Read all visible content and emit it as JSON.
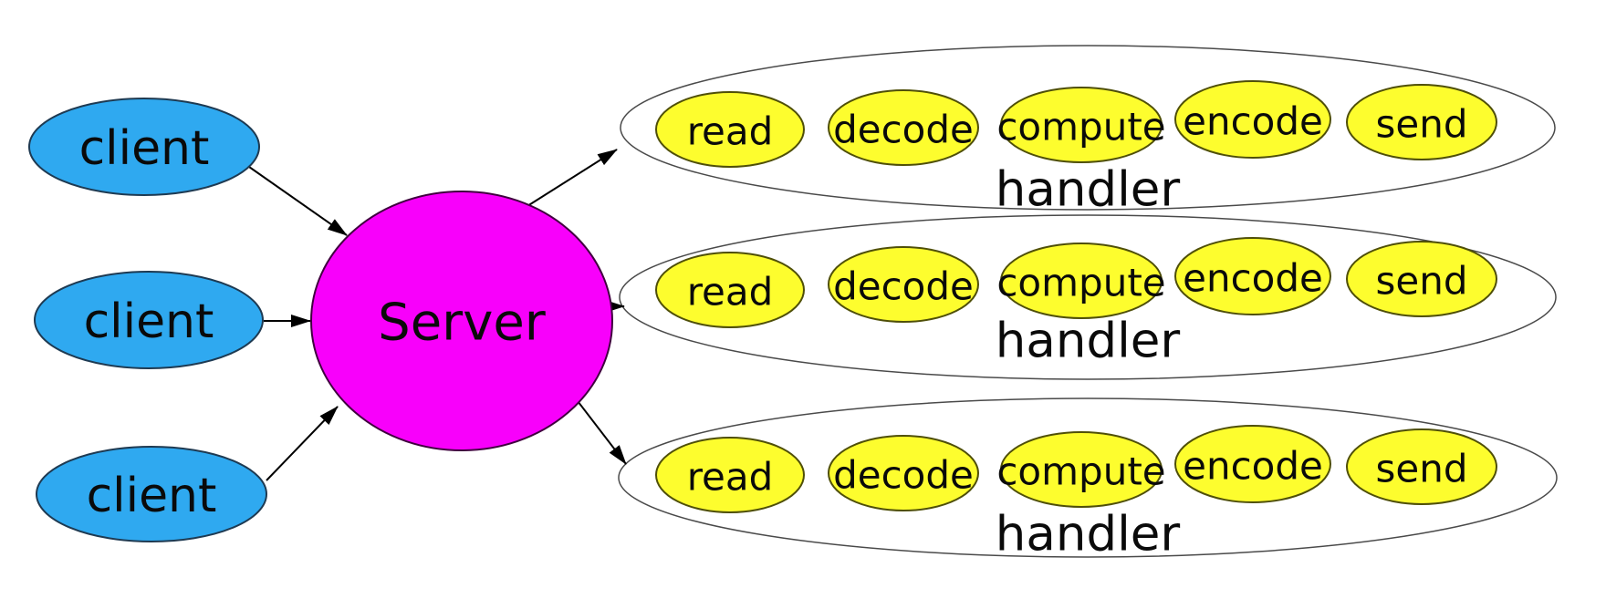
{
  "clients": [
    {
      "label": "client"
    },
    {
      "label": "client"
    },
    {
      "label": "client"
    }
  ],
  "server": {
    "label": "Server"
  },
  "handlers": [
    {
      "label": "handler",
      "stages": [
        {
          "label": "read"
        },
        {
          "label": "decode"
        },
        {
          "label": "compute"
        },
        {
          "label": "encode"
        },
        {
          "label": "send"
        }
      ]
    },
    {
      "label": "handler",
      "stages": [
        {
          "label": "read"
        },
        {
          "label": "decode"
        },
        {
          "label": "compute"
        },
        {
          "label": "encode"
        },
        {
          "label": "send"
        }
      ]
    },
    {
      "label": "handler",
      "stages": [
        {
          "label": "read"
        },
        {
          "label": "decode"
        },
        {
          "label": "compute"
        },
        {
          "label": "encode"
        },
        {
          "label": "send"
        }
      ]
    }
  ],
  "colors": {
    "client_fill": "#2fa9f0",
    "server_fill": "#f800fb",
    "stage_fill": "#fdfd2e",
    "group_fill": "#ffffff",
    "arrow": "#000000"
  }
}
